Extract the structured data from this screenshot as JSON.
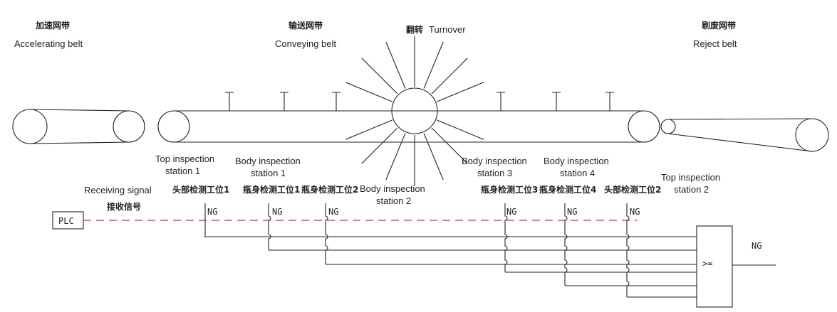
{
  "labels": {
    "accelerating_zh": "加速网带",
    "accelerating_en": "Accelerating belt",
    "conveying_zh": "输送网带",
    "conveying_en": "Conveying belt",
    "turnover_zh": "翻转",
    "turnover_en": "Turnover",
    "reject_zh": "剔废网带",
    "reject_en": "Reject belt",
    "receiving_en": "Receiving signal",
    "receiving_zh": "接收信号",
    "plc": "PLC",
    "gate": ">=",
    "ng_out": "NG"
  },
  "stations": [
    {
      "en1": "Top inspection",
      "en2": "station 1",
      "zh": "头部检测工位1",
      "ng": "NG"
    },
    {
      "en1": "Body inspection",
      "en2": "station 1",
      "zh": "瓶身检测工位1",
      "ng": "NG"
    },
    {
      "en1": "Body inspection",
      "en2": "station 2",
      "zh": "瓶身检测工位2",
      "ng": "NG"
    },
    {
      "en1": "Body inspection",
      "en2": "station 3",
      "zh": "瓶身检测工位3",
      "ng": "NG"
    },
    {
      "en1": "Body inspection",
      "en2": "station 4",
      "zh": "瓶身检测工位4",
      "ng": "NG"
    },
    {
      "en1": "Top inspection",
      "en2": "station 2",
      "zh": "头部检测工位2",
      "ng": "NG"
    }
  ]
}
